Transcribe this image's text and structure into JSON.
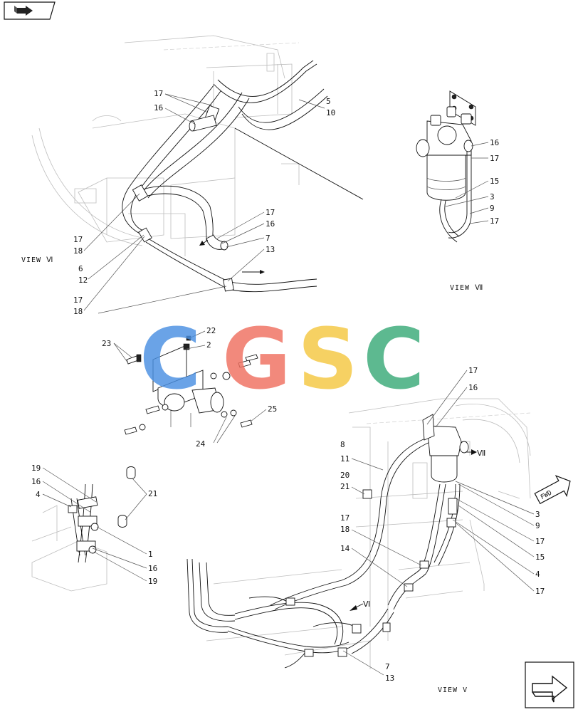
{
  "views": {
    "view_vi_label": "VIEW Ⅵ",
    "view_vii_label": "VIEW Ⅶ",
    "view_v_label": "VIEW V"
  },
  "callouts_top": [
    "17",
    "16",
    "5",
    "10",
    "17",
    "16",
    "7",
    "13",
    "17",
    "18",
    "6",
    "12",
    "17",
    "18"
  ],
  "callouts_filter": [
    "16",
    "17",
    "15",
    "3",
    "9",
    "17"
  ],
  "callouts_mid": [
    "23",
    "22",
    "2",
    "25",
    "24"
  ],
  "callouts_left": [
    "19",
    "16",
    "4",
    "21",
    "1",
    "16",
    "19"
  ],
  "callouts_right": [
    "17",
    "16",
    "8",
    "11",
    "20",
    "21",
    "3",
    "9",
    "17",
    "15",
    "4",
    "17",
    "17",
    "18",
    "14",
    "7",
    "13"
  ],
  "arrows": {
    "vi_marker": "Ⅵ",
    "vii_marker": "Ⅶ",
    "fwd_label": "FWD"
  },
  "watermark": {
    "letters": [
      "C",
      "G",
      "S",
      "C"
    ],
    "colors": [
      "#4a90e2",
      "#f07060",
      "#f5c842",
      "#3aaa78"
    ]
  },
  "icons": [
    "back-arrow-icon",
    "next-arrow-icon",
    "fwd-arrow-icon"
  ]
}
